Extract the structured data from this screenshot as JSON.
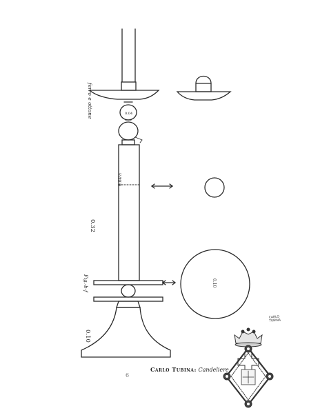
{
  "caption": {
    "author": "Carlo Tubina:",
    "title": "Candeliere."
  },
  "dimensions": {
    "total_height": "0.32",
    "column_width": "0.04½",
    "knob": "0.04",
    "base_height": "0.10",
    "base_diameter": "0.10"
  },
  "annotations": {
    "upper_note": "ferro e ottone",
    "lower_note": "Fig.-b-f",
    "page_mark": "6"
  },
  "signature": {
    "line1": "CARLO",
    "line2": "TUBINA"
  },
  "colors": {
    "ink": "#2a2a2a",
    "paper": "#ffffff"
  },
  "icons": [
    "savoy-cross-crest-icon",
    "arrow-icon"
  ]
}
